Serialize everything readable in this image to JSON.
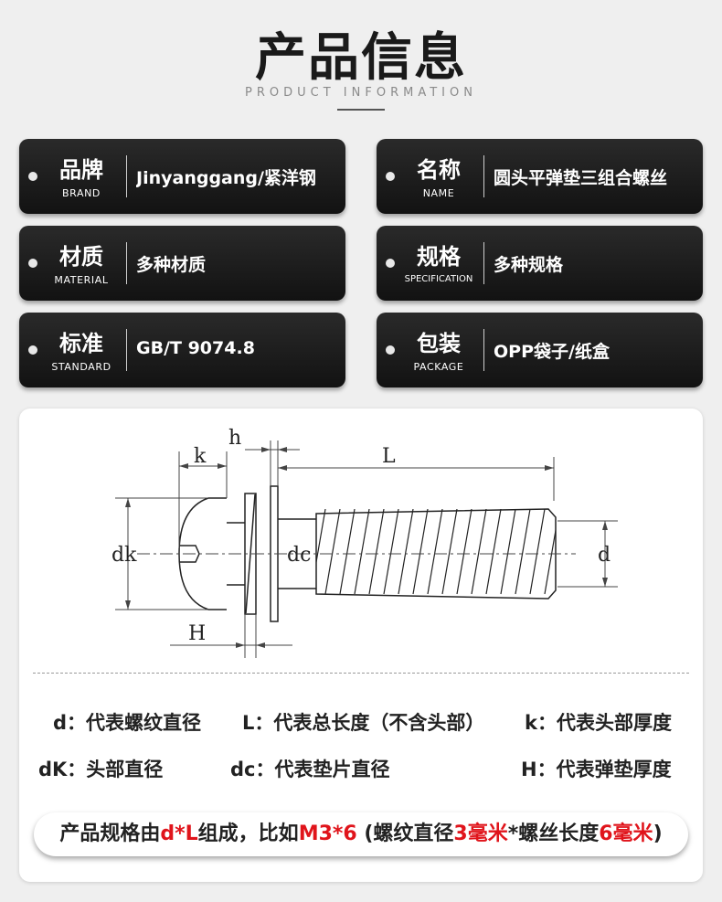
{
  "header": {
    "title": "产品信息",
    "subtitle": "PRODUCT INFORMATION"
  },
  "info_cards": [
    {
      "label_cn": "品牌",
      "label_en": "BRAND",
      "value": "Jinyanggang/紧洋钢"
    },
    {
      "label_cn": "名称",
      "label_en": "NAME",
      "value": "圆头平弹垫三组合螺丝"
    },
    {
      "label_cn": "材质",
      "label_en": "MATERIAL",
      "value": "多种材质"
    },
    {
      "label_cn": "规格",
      "label_en": "SPECIFICATION",
      "value": "多种规格"
    },
    {
      "label_cn": "标准",
      "label_en": "STANDARD",
      "value": "GB/T 9074.8"
    },
    {
      "label_cn": "包装",
      "label_en": "PACKAGE",
      "value": "OPP袋子/纸盒"
    }
  ],
  "diagram": {
    "labels": {
      "h": "h",
      "k": "k",
      "L": "L",
      "dk": "dk",
      "dc": "dc",
      "d": "d",
      "H": "H"
    }
  },
  "legend": {
    "d": "d：代表螺纹直径",
    "L": "L：代表总长度（不含头部）",
    "k": "k：代表头部厚度",
    "dK": "dK：头部直径",
    "dc": "dc：代表垫片直径",
    "H": "H：代表弹垫厚度"
  },
  "note": {
    "p1": "产品规格由",
    "p2": "d*L",
    "p3": "组成，比如",
    "p4": "M3*6",
    "p5": " (螺纹直径",
    "p6": "3毫米",
    "p7": "*螺丝长度",
    "p8": "6毫米",
    "p9": ")"
  },
  "colors": {
    "accent_red": "#e0141b",
    "card_dark": "#1a1a1a"
  }
}
